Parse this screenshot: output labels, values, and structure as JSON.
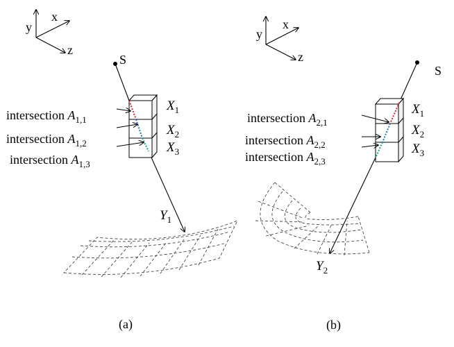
{
  "axes": {
    "x": "x",
    "y": "y",
    "z": "z"
  },
  "source_label": "S",
  "panels": [
    {
      "caption": "(a)",
      "intersections": [
        {
          "prefix": "intersection ",
          "base": "A",
          "sub": "1,1"
        },
        {
          "prefix": "intersection ",
          "base": "A",
          "sub": "1,2"
        },
        {
          "prefix": "intersection ",
          "base": "A",
          "sub": "1,3"
        }
      ],
      "voxels": [
        {
          "base": "X",
          "sub": "1"
        },
        {
          "base": "X",
          "sub": "2"
        },
        {
          "base": "X",
          "sub": "3"
        }
      ],
      "detector": {
        "base": "Y",
        "sub": "1"
      }
    },
    {
      "caption": "(b)",
      "intersections": [
        {
          "prefix": "intersection ",
          "base": "A",
          "sub": "2,1"
        },
        {
          "prefix": "intersection ",
          "base": "A",
          "sub": "2,2"
        },
        {
          "prefix": "intersection ",
          "base": "A",
          "sub": "2,3"
        }
      ],
      "voxels": [
        {
          "base": "X",
          "sub": "1"
        },
        {
          "base": "X",
          "sub": "2"
        },
        {
          "base": "X",
          "sub": "3"
        }
      ],
      "detector": {
        "base": "Y",
        "sub": "2"
      }
    }
  ],
  "colors": {
    "segment1": "#e02020",
    "segment2": "#1e6fd8",
    "segment3": "#16a08a"
  }
}
